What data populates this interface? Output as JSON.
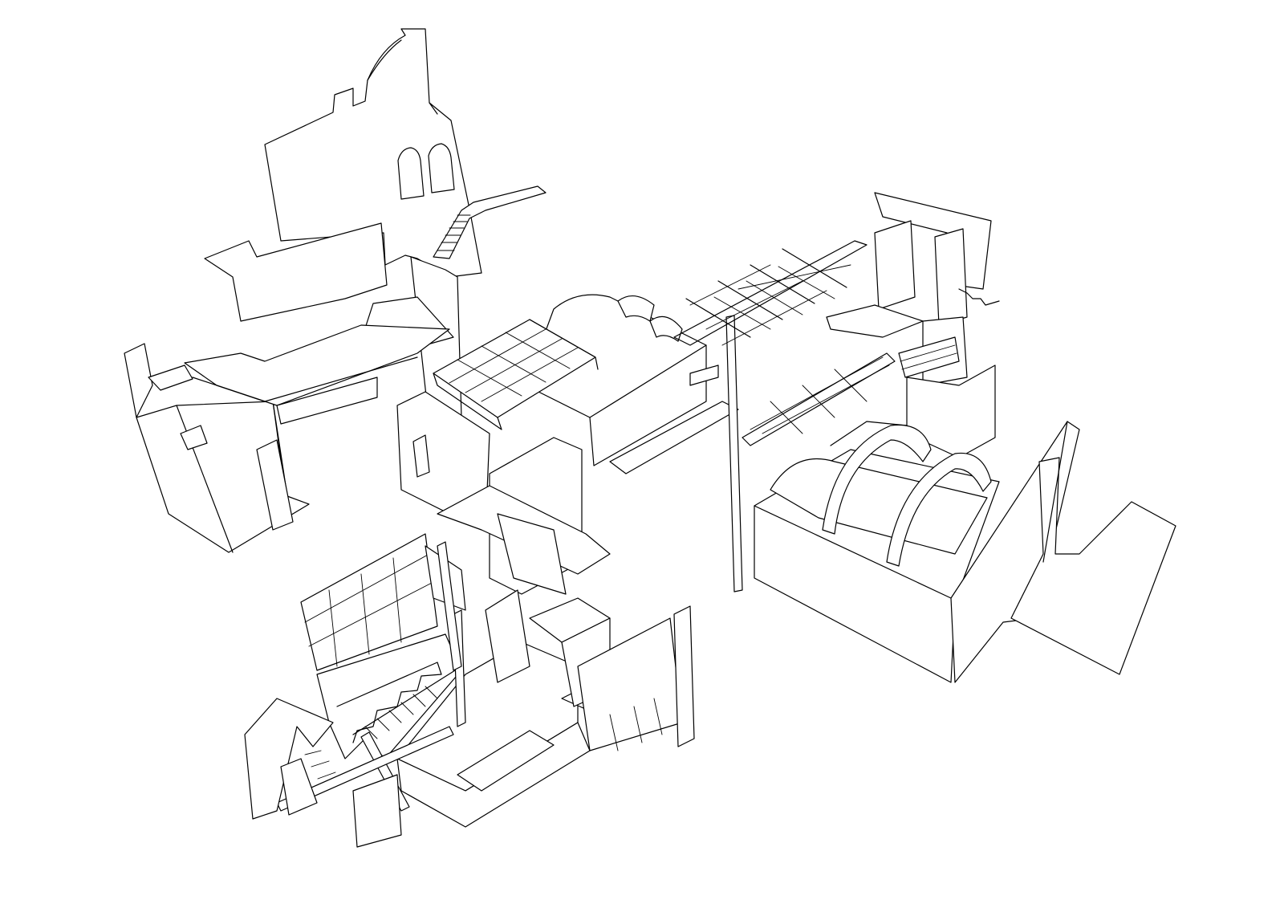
{
  "drawing": {
    "type": "axonometric line drawing",
    "stroke_color": "#000000",
    "background_color": "#ffffff",
    "modules": [
      "north-building-gable-wall",
      "north-arched-windows",
      "north-exterior-stair",
      "north-upper-landing",
      "west-wing-box",
      "west-wing-platform",
      "central-vault-block",
      "central-skylight-grid",
      "central-tower-box",
      "central-column",
      "pergola-trusses",
      "northeast-frame-walls",
      "east-stepped-stair",
      "east-barrel-vault-court",
      "east-arches",
      "east-l-wall",
      "south-glazed-frame",
      "south-zigzag-stair",
      "south-platform-with-openings",
      "south-diagonal-beams",
      "southwest-fragment-walls"
    ]
  }
}
